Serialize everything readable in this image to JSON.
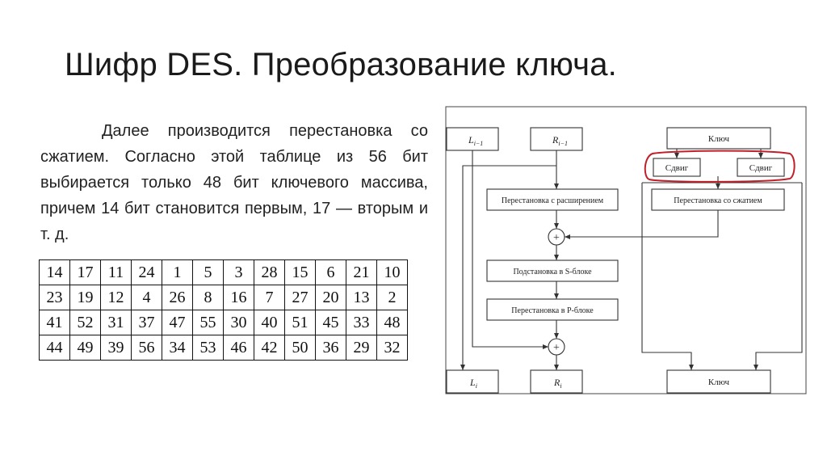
{
  "slide": {
    "title": "Шифр DES. Преобразование ключа.",
    "paragraph": "Далее производится перестановка со сжатием. Согласно этой таблице из 56 бит выбирается только 48 бит ключевого массива, причем 14 бит становится первым, 17 — вторым и т. д."
  },
  "table": {
    "rows": [
      [
        "14",
        "17",
        "11",
        "24",
        "1",
        "5",
        "3",
        "28",
        "15",
        "6",
        "21",
        "10"
      ],
      [
        "23",
        "19",
        "12",
        "4",
        "26",
        "8",
        "16",
        "7",
        "27",
        "20",
        "13",
        "2"
      ],
      [
        "41",
        "52",
        "31",
        "37",
        "47",
        "55",
        "30",
        "40",
        "51",
        "45",
        "33",
        "48"
      ],
      [
        "44",
        "49",
        "39",
        "56",
        "34",
        "53",
        "46",
        "42",
        "50",
        "36",
        "29",
        "32"
      ]
    ]
  },
  "diagram": {
    "l_in": "L",
    "l_in_sub": "i−1",
    "r_in": "R",
    "r_in_sub": "i−1",
    "l_out": "L",
    "l_out_sub": "i",
    "r_out": "R",
    "r_out_sub": "i",
    "key_top": "Ключ",
    "shift_left": "Сдвиг",
    "shift_right": "Сдвиг",
    "expansion": "Перестановка с расширением",
    "compression": "Перестановка со сжатием",
    "sbox": "Подстановка в S-блоке",
    "pbox": "Перестановка в P-блоке",
    "key_bottom": "Ключ",
    "xor_symbol": "+",
    "highlight_color": "#c0202a"
  }
}
